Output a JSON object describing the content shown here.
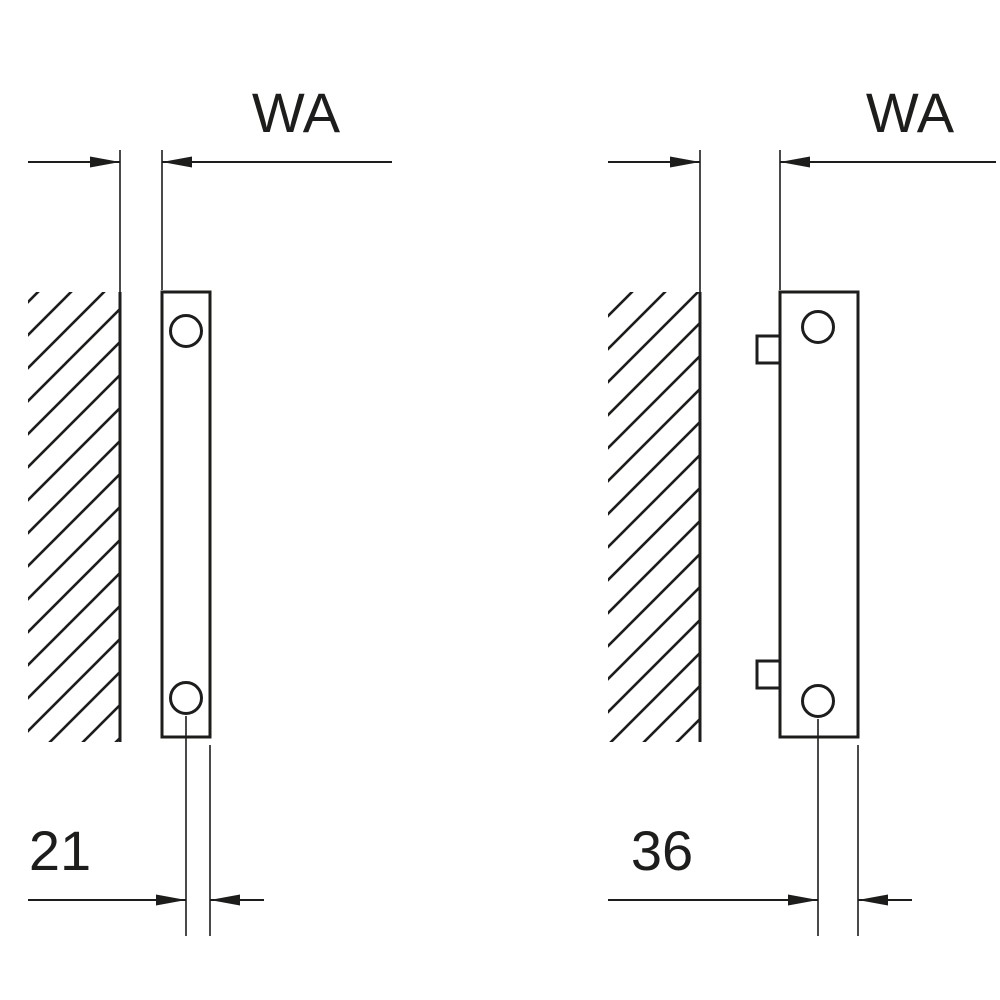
{
  "drawing": {
    "colors": {
      "ink": "#1d1d1b",
      "background": "#ffffff"
    },
    "left_view": {
      "top_dimension_label": "WA",
      "bottom_dimension_label": "21"
    },
    "right_view": {
      "top_dimension_label": "WA",
      "bottom_dimension_label": "36"
    }
  }
}
